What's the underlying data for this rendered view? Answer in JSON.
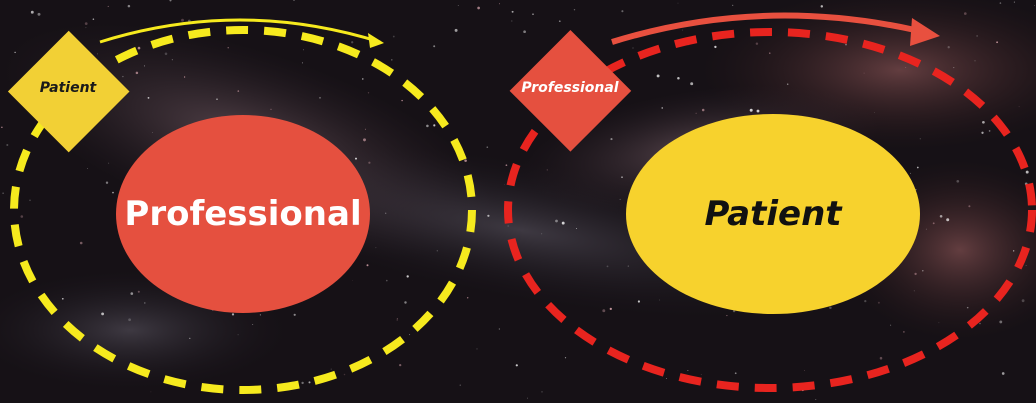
{
  "left_cycle": {
    "badge_label": "Patient",
    "center_label": "Professional",
    "badge_color": "#F2D035",
    "center_color": "#E5503F",
    "ring_color": "#F6EA1E",
    "arrow_color": "#F6EA1E"
  },
  "right_cycle": {
    "badge_label": "Professional",
    "center_label": "Patient",
    "badge_color": "#E5503F",
    "center_color": "#F7D22D",
    "ring_color": "#E8241F",
    "arrow_color": "#E8503F"
  },
  "background": "dark starry nebula"
}
